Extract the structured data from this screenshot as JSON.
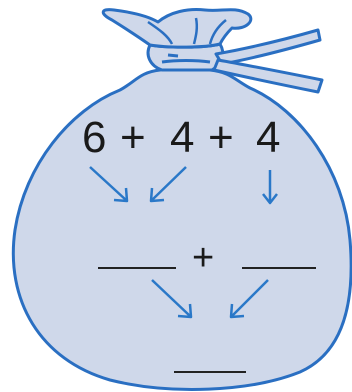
{
  "expression": {
    "first": "6",
    "op1": "+",
    "second": "4",
    "op2": "+",
    "third": "4"
  },
  "middle_row": {
    "operator": "+"
  },
  "colors": {
    "bag_fill": "#cfd8ea",
    "bag_outline": "#2a6fc2",
    "arrow": "#2a78c8",
    "text": "#1a1a1a",
    "blank_line": "#222222"
  },
  "icons": {
    "bag": "money-bag-icon",
    "arrow": "diagonal-arrow-icon"
  }
}
